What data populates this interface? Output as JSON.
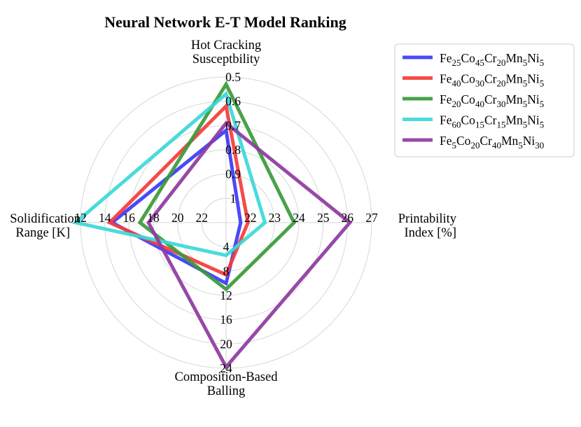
{
  "chart_data": {
    "type": "radar",
    "title": "Neural Network E-T Model Ranking",
    "grid": true,
    "legend_position": "top-right",
    "axes": [
      {
        "label_lines": [
          "Hot Cracking",
          "Susceptbility"
        ],
        "direction": "top",
        "ticks": [
          "0.5",
          "0.6",
          "0.7",
          "0.8",
          "0.9",
          "1"
        ],
        "reversed": true,
        "range": [
          1.1,
          0.5
        ]
      },
      {
        "label_lines": [
          "Printability",
          "Index [%]"
        ],
        "direction": "right",
        "ticks": [
          "22",
          "23",
          "24",
          "25",
          "26",
          "27"
        ],
        "reversed": false,
        "range": [
          21,
          27
        ]
      },
      {
        "label_lines": [
          "Composition-Based",
          "Balling"
        ],
        "direction": "bottom",
        "ticks": [
          "4",
          "8",
          "12",
          "16",
          "20",
          "24"
        ],
        "reversed": false,
        "range": [
          0,
          24
        ]
      },
      {
        "label_lines": [
          "Solidification",
          "Range [K]"
        ],
        "direction": "left",
        "ticks": [
          "12",
          "14",
          "16",
          "18",
          "20",
          "22"
        ],
        "reversed": true,
        "range": [
          24,
          12
        ]
      }
    ],
    "series": [
      {
        "name": "Fe25Co45Cr20Mn5Ni5",
        "legend_parts": [
          [
            "Fe",
            ""
          ],
          [
            "25",
            "sub"
          ],
          [
            "Co",
            ""
          ],
          [
            "45",
            "sub"
          ],
          [
            "Cr",
            ""
          ],
          [
            "20",
            "sub"
          ],
          [
            "Mn",
            ""
          ],
          [
            "5",
            "sub"
          ],
          [
            "Ni",
            ""
          ],
          [
            "5",
            "sub"
          ]
        ],
        "color": "#3b3bf5",
        "values": [
          0.72,
          21.6,
          10.0,
          14.6
        ]
      },
      {
        "name": "Fe40Co30Cr20Mn5Ni5",
        "legend_parts": [
          [
            "Fe",
            ""
          ],
          [
            "40",
            "sub"
          ],
          [
            "Co",
            ""
          ],
          [
            "30",
            "sub"
          ],
          [
            "Cr",
            ""
          ],
          [
            "20",
            "sub"
          ],
          [
            "Mn",
            ""
          ],
          [
            "5",
            "sub"
          ],
          [
            "Ni",
            ""
          ],
          [
            "5",
            "sub"
          ]
        ],
        "color": "#f53b3b",
        "values": [
          0.62,
          21.9,
          8.6,
          14.4
        ]
      },
      {
        "name": "Fe20Co40Cr30Mn5Ni5",
        "legend_parts": [
          [
            "Fe",
            ""
          ],
          [
            "20",
            "sub"
          ],
          [
            "Co",
            ""
          ],
          [
            "40",
            "sub"
          ],
          [
            "Cr",
            ""
          ],
          [
            "30",
            "sub"
          ],
          [
            "Mn",
            ""
          ],
          [
            "5",
            "sub"
          ],
          [
            "Ni",
            ""
          ],
          [
            "5",
            "sub"
          ]
        ],
        "color": "#3a9a3a",
        "values": [
          0.53,
          23.8,
          11.0,
          16.9
        ]
      },
      {
        "name": "Fe60Co15Cr15Mn5Ni5",
        "legend_parts": [
          [
            "Fe",
            ""
          ],
          [
            "60",
            "sub"
          ],
          [
            "Co",
            ""
          ],
          [
            "15",
            "sub"
          ],
          [
            "Cr",
            ""
          ],
          [
            "15",
            "sub"
          ],
          [
            "Mn",
            ""
          ],
          [
            "5",
            "sub"
          ],
          [
            "Ni",
            ""
          ],
          [
            "5",
            "sub"
          ]
        ],
        "color": "#3bd8d8",
        "values": [
          0.57,
          22.6,
          5.4,
          11.6
        ]
      },
      {
        "name": "Fe5Co20Cr40Mn5Ni30",
        "legend_parts": [
          [
            "Fe",
            ""
          ],
          [
            "5",
            "sub"
          ],
          [
            "Co",
            ""
          ],
          [
            "20",
            "sub"
          ],
          [
            "Cr",
            ""
          ],
          [
            "40",
            "sub"
          ],
          [
            "Mn",
            ""
          ],
          [
            "5",
            "sub"
          ],
          [
            "Ni",
            ""
          ],
          [
            "30",
            "sub"
          ]
        ],
        "color": "#8e3aa0",
        "values": [
          0.69,
          26.1,
          23.8,
          17.6
        ]
      }
    ]
  }
}
